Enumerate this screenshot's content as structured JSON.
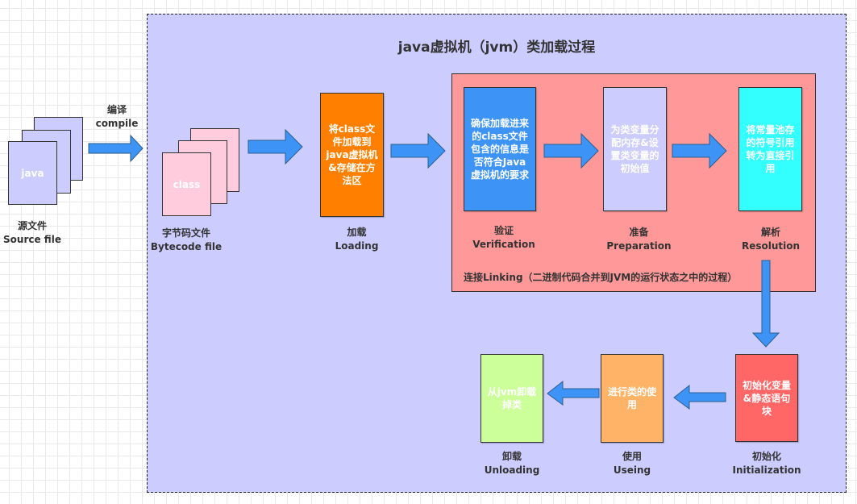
{
  "title": "java虚拟机（jvm）类加载过程",
  "colors": {
    "container": "#ccccff",
    "arrow": "#3d94f6",
    "source_doc": "#ccccff",
    "class_doc": "#ffccdd",
    "loading": "#ff8000",
    "verification": "#3d94f6",
    "preparation": "#ccccff",
    "resolution": "#33ffff",
    "linking": "#ff9999",
    "initialization": "#ff6666",
    "using": "#ffb366",
    "unloading": "#ccff99"
  },
  "source": {
    "doc_label": "java",
    "caption_cn": "源文件",
    "caption_en": "Source file"
  },
  "compile": {
    "label_cn": "编译",
    "label_en": "compile"
  },
  "bytecode": {
    "doc_label": "class",
    "caption_cn": "字节码文件",
    "caption_en": "Bytecode file"
  },
  "loading": {
    "box_text": "将class文件加载到java虚拟机&存储在方法区",
    "caption_cn": "加载",
    "caption_en": "Loading"
  },
  "linking": {
    "label": "连接Linking（二进制代码合并到JVM的运行状态之中的过程）",
    "verification": {
      "box_text": "确保加载进来的class文件包含的信息是否符合Java虚拟机的要求",
      "caption_cn": "验证",
      "caption_en": "Verification"
    },
    "preparation": {
      "box_text": "为类变量分配内存&设置类变量的初始值",
      "caption_cn": "准备",
      "caption_en": "Preparation"
    },
    "resolution": {
      "box_text": "将常量池存的符号引用转为直接引用",
      "caption_cn": "解析",
      "caption_en": "Resolution"
    }
  },
  "initialization": {
    "box_text": "初始化变量&静态语句块",
    "caption_cn": "初始化",
    "caption_en": "Initialization"
  },
  "using": {
    "box_text": "进行类的使用",
    "caption_cn": "使用",
    "caption_en": "Useing"
  },
  "unloading": {
    "box_text": "从jvm卸载掉类",
    "caption_cn": "卸载",
    "caption_en": "Unloading"
  }
}
